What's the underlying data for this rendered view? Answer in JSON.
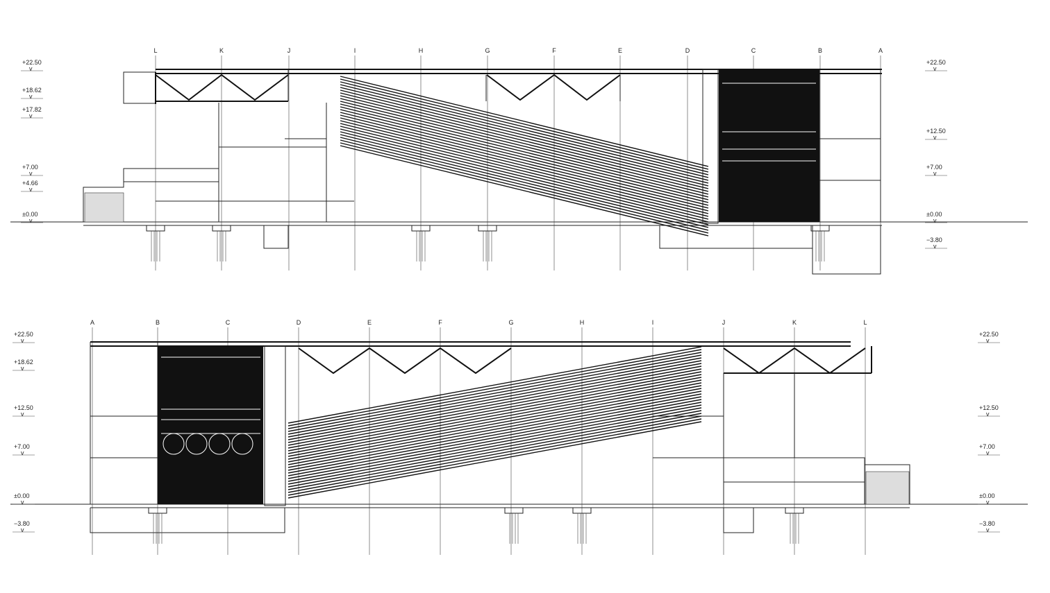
{
  "section_top": {
    "axes": [
      "L",
      "K",
      "J",
      "I",
      "H",
      "G",
      "F",
      "E",
      "D",
      "C",
      "B",
      "A"
    ],
    "levels_left": [
      "+22.50",
      "+18.62",
      "+17.82",
      "+7.00",
      "+4.66",
      "±0.00"
    ],
    "levels_right": [
      "+22.50",
      "+12.50",
      "+7.00",
      "±0.00",
      "−3.80"
    ]
  },
  "section_bottom": {
    "axes": [
      "A",
      "B",
      "C",
      "D",
      "E",
      "F",
      "G",
      "H",
      "I",
      "J",
      "K",
      "L"
    ],
    "levels_left": [
      "+22.50",
      "+18.62",
      "+12.50",
      "+7.00",
      "±0.00",
      "−3.80"
    ],
    "levels_right": [
      "+22.50",
      "+12.50",
      "+7.00",
      "±0.00",
      "−3.80"
    ]
  },
  "level_marker": "v",
  "colors": {
    "ink": "#111111",
    "paper": "#ffffff"
  }
}
